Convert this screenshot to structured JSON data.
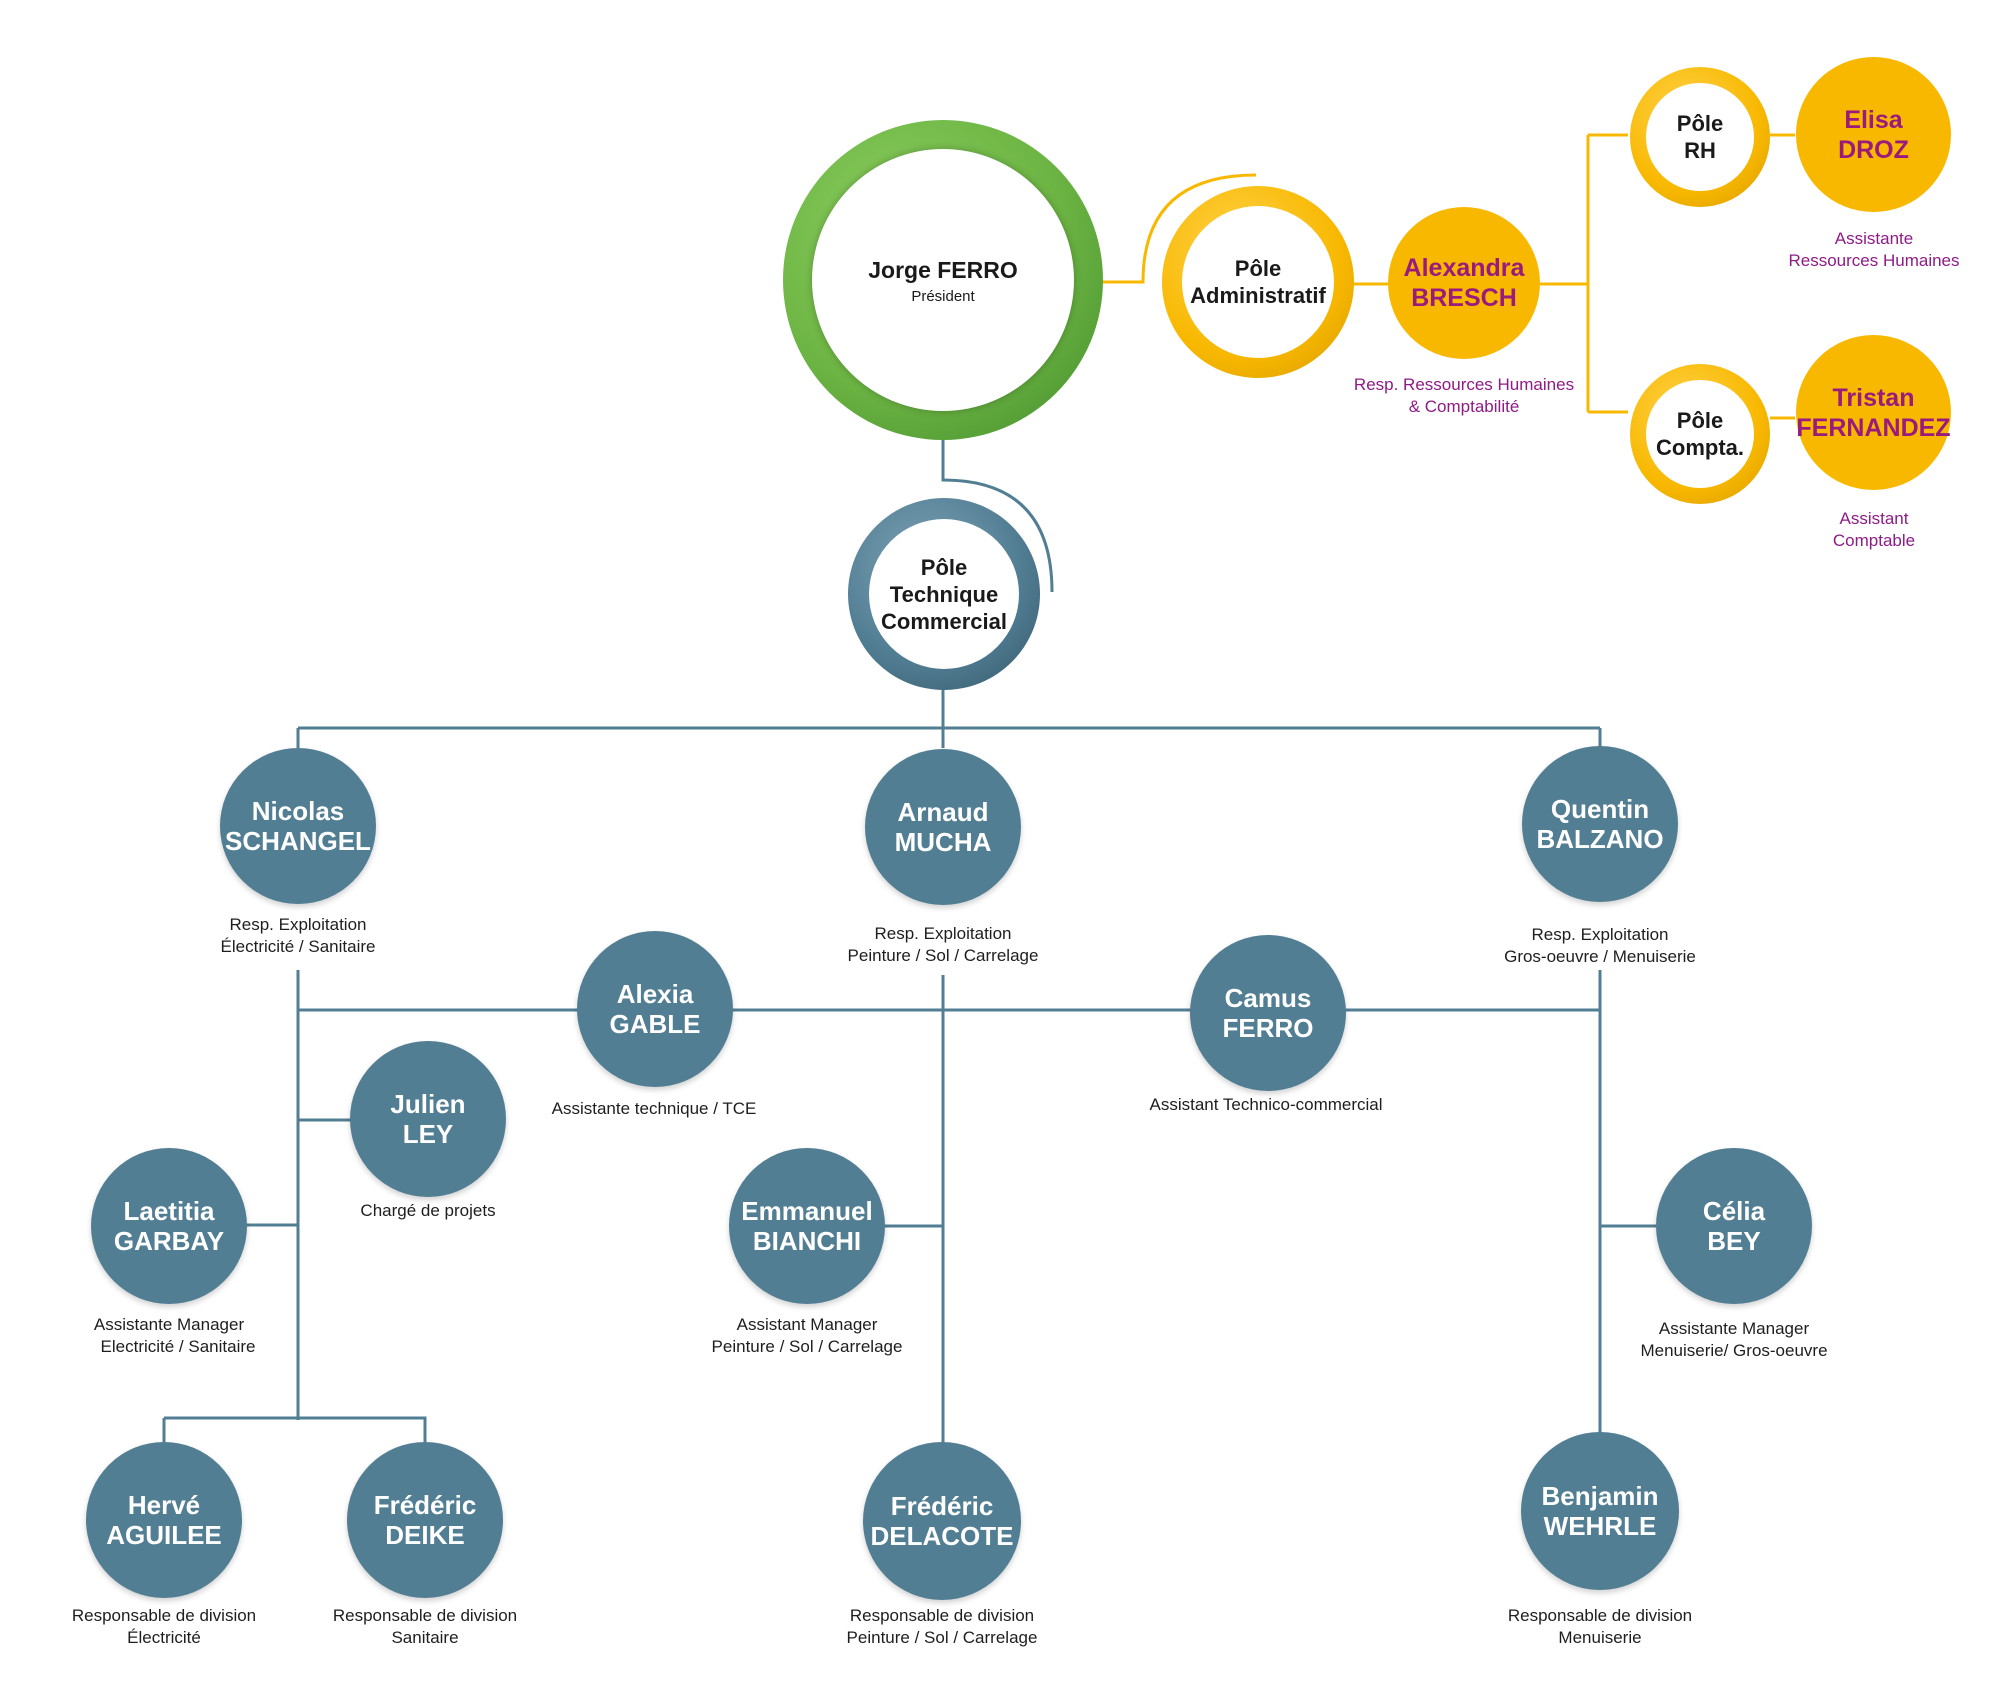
{
  "colors": {
    "teal": "#527e94",
    "teal_ring": "#4a7489",
    "gold": "#f8b800",
    "green": "#6cb443",
    "purple_text": "#9a1a7e",
    "line": "#527e94"
  },
  "president": {
    "name": "Jorge FERRO",
    "title": "Président"
  },
  "poles": {
    "technique": [
      "Pôle",
      "Technique",
      "Commercial"
    ],
    "administratif": [
      "Pôle",
      "Administratif"
    ],
    "rh": [
      "Pôle",
      "RH"
    ],
    "compta": [
      "Pôle",
      "Compta."
    ]
  },
  "admin_people": [
    {
      "id": "alexandra",
      "first": "Alexandra",
      "last": "BRESCH",
      "role": [
        "Resp. Ressources Humaines",
        "& Comptabilité"
      ]
    },
    {
      "id": "elisa",
      "first": "Elisa",
      "last": "DROZ",
      "role": [
        "Assistante",
        "Ressources Humaines"
      ]
    },
    {
      "id": "tristan",
      "first": "Tristan",
      "last": "FERNANDEZ",
      "role": [
        "Assistant",
        "Comptable"
      ]
    }
  ],
  "tech_people": [
    {
      "id": "nicolas",
      "first": "Nicolas",
      "last": "SCHANGEL",
      "role": [
        "Resp. Exploitation",
        "Électricité / Sanitaire"
      ]
    },
    {
      "id": "arnaud",
      "first": "Arnaud",
      "last": "MUCHA",
      "role": [
        "Resp. Exploitation",
        "Peinture / Sol / Carrelage"
      ]
    },
    {
      "id": "quentin",
      "first": "Quentin",
      "last": "BALZANO",
      "role": [
        "Resp. Exploitation",
        "Gros-oeuvre / Menuiserie"
      ]
    },
    {
      "id": "alexia",
      "first": "Alexia",
      "last": "GABLE",
      "role": [
        "Assistante technique / TCE"
      ]
    },
    {
      "id": "camus",
      "first": "Camus",
      "last": "FERRO",
      "role": [
        "Assistant Technico-commercial"
      ]
    },
    {
      "id": "julien",
      "first": "Julien",
      "last": "LEY",
      "role": [
        "Chargé de projets"
      ]
    },
    {
      "id": "laetitia",
      "first": "Laetitia",
      "last": "GARBAY",
      "role": [
        "Assistante Manager",
        "Electricité / Sanitaire"
      ]
    },
    {
      "id": "emmanuel",
      "first": "Emmanuel",
      "last": "BIANCHI",
      "role": [
        "Assistant Manager",
        "Peinture / Sol / Carrelage"
      ]
    },
    {
      "id": "celia",
      "first": "Célia",
      "last": "BEY",
      "role": [
        "Assistante Manager",
        "Menuiserie/ Gros-oeuvre"
      ]
    },
    {
      "id": "herve",
      "first": "Hervé",
      "last": "AGUILEE",
      "role": [
        "Responsable de division",
        "Électricité"
      ]
    },
    {
      "id": "frederic_deike",
      "first": "Frédéric",
      "last": "DEIKE",
      "role": [
        "Responsable de division",
        "Sanitaire"
      ]
    },
    {
      "id": "frederic_delacote",
      "first": "Frédéric",
      "last": "DELACOTE",
      "role": [
        "Responsable de division",
        "Peinture / Sol / Carrelage"
      ]
    },
    {
      "id": "benjamin",
      "first": "Benjamin",
      "last": "WEHRLE",
      "role": [
        "Responsable de division",
        "Menuiserie"
      ]
    }
  ]
}
